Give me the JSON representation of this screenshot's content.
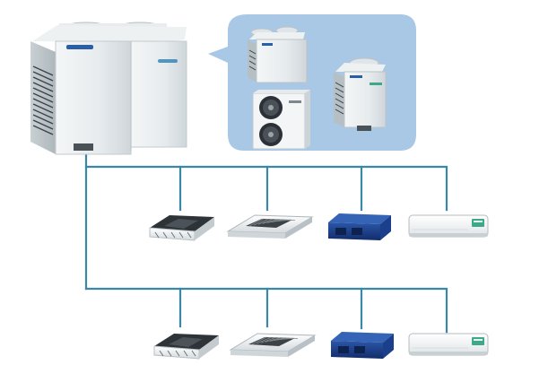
{
  "diagram": {
    "outdoor_main": {
      "brand_label": "",
      "icon": "outdoor-vrf-unit-icon"
    },
    "outdoor_options": {
      "units": [
        {
          "icon": "twin-fan-outdoor-unit-icon"
        },
        {
          "icon": "compact-outdoor-unit-icon"
        },
        {
          "icon": "side-discharge-outdoor-unit-icon",
          "brand_label": ""
        }
      ]
    },
    "branch_rows": [
      {
        "units": [
          {
            "type": "four-way-cassette"
          },
          {
            "type": "one-way-cassette"
          },
          {
            "type": "ducted"
          },
          {
            "type": "wall-mounted"
          }
        ]
      },
      {
        "units": [
          {
            "type": "four-way-cassette"
          },
          {
            "type": "one-way-cassette"
          },
          {
            "type": "ducted"
          },
          {
            "type": "wall-mounted"
          }
        ]
      }
    ],
    "colors": {
      "pipe": "#3b87a8",
      "callout_bg": "#a9c8e6",
      "unit_body": "#e9eef0",
      "ducted_unit": "#1c3f8c",
      "wall_stripe": "#3da88a"
    }
  }
}
